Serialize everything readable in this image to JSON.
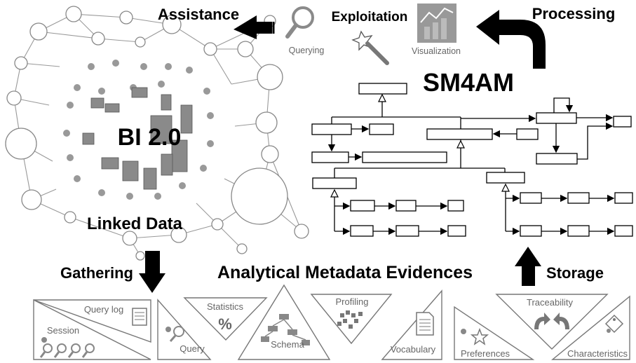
{
  "labels": {
    "assistance": "Assistance",
    "exploitation": "Exploitation",
    "processing": "Processing",
    "querying": "Querying",
    "visualization": "Visualization",
    "sm4am": "SM4AM",
    "bi": "BI 2.0",
    "linked_data": "Linked Data",
    "gathering": "Gathering",
    "ame": "Analytical Metadata Evidences",
    "storage": "Storage"
  },
  "evidences": {
    "query_log": "Query log",
    "session": "Session",
    "statistics": "Statistics",
    "percent": "%",
    "query": "Query",
    "schema": "Schema",
    "profiling": "Profiling",
    "vocabulary": "Vocabulary",
    "traceability": "Traceability",
    "preferences": "Preferences",
    "characteristics": "Characteristics"
  }
}
